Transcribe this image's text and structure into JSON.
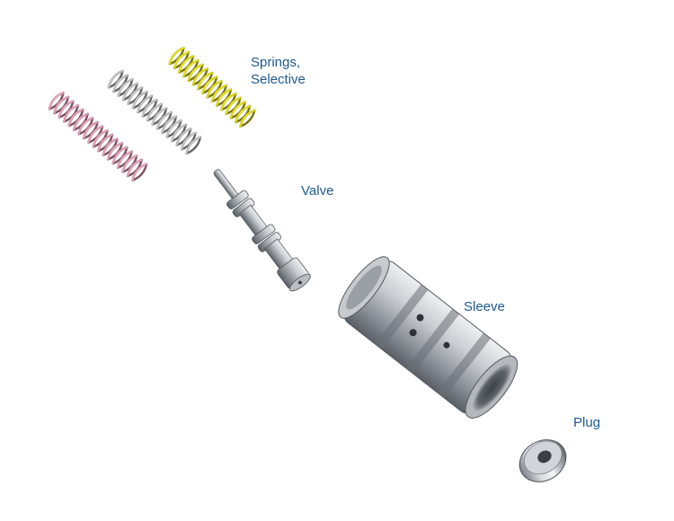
{
  "labels": {
    "springs": [
      "Springs,",
      "Selective"
    ],
    "valve": "Valve",
    "sleeve": "Sleeve",
    "plug": "Plug"
  },
  "springs": [
    {
      "name": "pink",
      "color": "#c98c9f"
    },
    {
      "name": "silver",
      "color": "#a9a9ad"
    },
    {
      "name": "yellow",
      "color": "#c9c21c"
    }
  ],
  "colors": {
    "label_text": "#1f5a91",
    "metal_light": "#dadde1",
    "metal_mid": "#9ea3aa",
    "metal_dark": "#4f545b"
  }
}
